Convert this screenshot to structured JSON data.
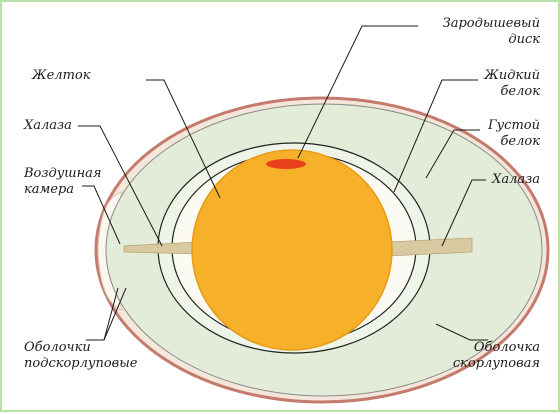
{
  "labels": {
    "germinal_disc": [
      "Зародышевый",
      "диск"
    ],
    "yolk": "Желток",
    "liquid_albumen": [
      "Жидкий",
      "белок"
    ],
    "chalaza_left": "Халаза",
    "dense_albumen": [
      "Густой",
      "белок"
    ],
    "chalaza_right": "Халаза",
    "air_cell": [
      "Воздушная",
      "камера"
    ],
    "inner_membranes": [
      "Оболочки",
      "подскорлуповые"
    ],
    "shell_membrane": [
      "Оболочка",
      "скорлуповая"
    ]
  },
  "colors": {
    "shell": "#c47a6c",
    "shell_inner": "#f3e6da",
    "thin_albumen": "#e3ecd8",
    "thick_albumen": "#eef4e8",
    "yolk": "#f6b02a",
    "germinal_disc": "#e8411c",
    "chalaza": "#d8c9a0",
    "frame": "#b9e3a6",
    "line": "#1b1b1b"
  }
}
